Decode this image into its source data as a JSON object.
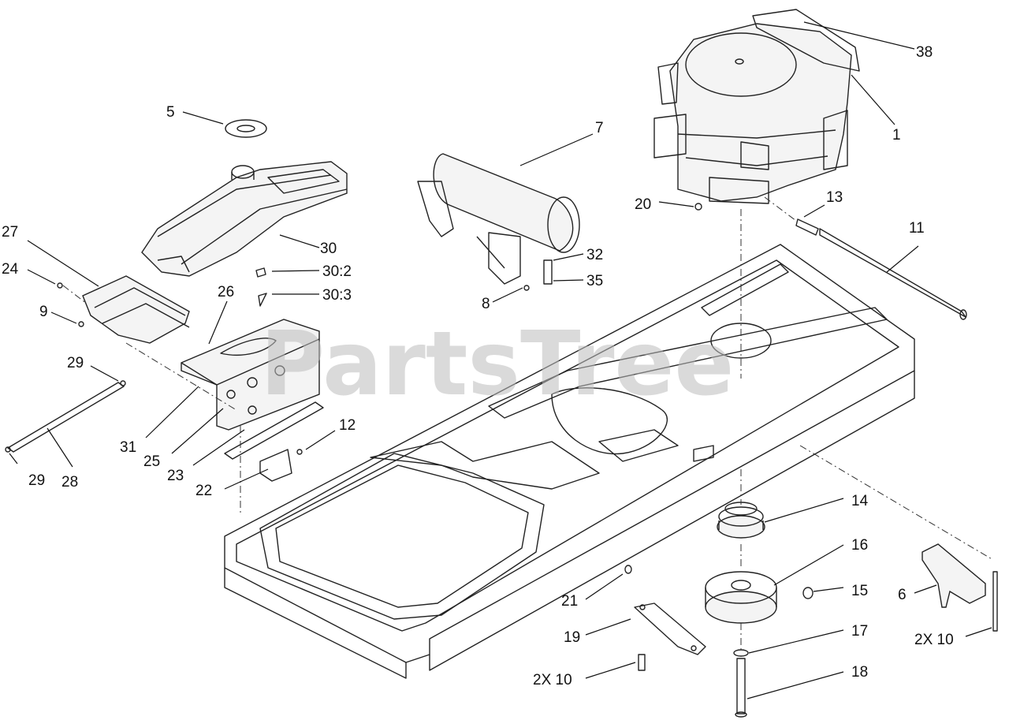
{
  "watermark": "PartsTree",
  "callouts": [
    {
      "id": "c38",
      "text": "38"
    },
    {
      "id": "c1",
      "text": "1"
    },
    {
      "id": "c5",
      "text": "5"
    },
    {
      "id": "c7",
      "text": "7"
    },
    {
      "id": "c13",
      "text": "13"
    },
    {
      "id": "c20",
      "text": "20"
    },
    {
      "id": "c11",
      "text": "11"
    },
    {
      "id": "c27",
      "text": "27"
    },
    {
      "id": "c30",
      "text": "30"
    },
    {
      "id": "c32",
      "text": "32"
    },
    {
      "id": "c24",
      "text": "24"
    },
    {
      "id": "c302",
      "text": "30:2"
    },
    {
      "id": "c35",
      "text": "35"
    },
    {
      "id": "c26",
      "text": "26"
    },
    {
      "id": "c303",
      "text": "30:3"
    },
    {
      "id": "c8",
      "text": "8"
    },
    {
      "id": "c9",
      "text": "9"
    },
    {
      "id": "c29a",
      "text": "29"
    },
    {
      "id": "c12",
      "text": "12"
    },
    {
      "id": "c31",
      "text": "31"
    },
    {
      "id": "c25",
      "text": "25"
    },
    {
      "id": "c23",
      "text": "23"
    },
    {
      "id": "c29b",
      "text": "29"
    },
    {
      "id": "c28",
      "text": "28"
    },
    {
      "id": "c22",
      "text": "22"
    },
    {
      "id": "c14",
      "text": "14"
    },
    {
      "id": "c16",
      "text": "16"
    },
    {
      "id": "c21",
      "text": "21"
    },
    {
      "id": "c15",
      "text": "15"
    },
    {
      "id": "c6",
      "text": "6"
    },
    {
      "id": "c19",
      "text": "19"
    },
    {
      "id": "c17",
      "text": "17"
    },
    {
      "id": "c2x10a",
      "text": "2X 10"
    },
    {
      "id": "c2x10b",
      "text": "2X 10"
    },
    {
      "id": "c18",
      "text": "18"
    }
  ]
}
